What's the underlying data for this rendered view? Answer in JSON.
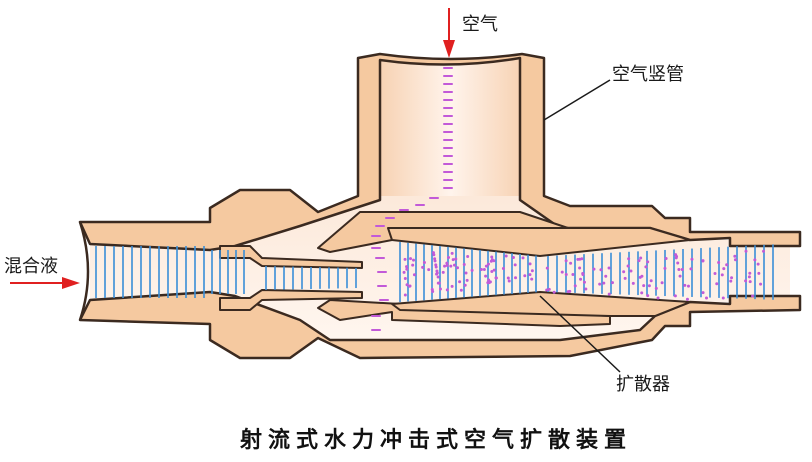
{
  "title": "射流式水力冲击式空气扩散装置",
  "labels": {
    "air": "空气",
    "riser": "空气竖管",
    "inlet": "混合液",
    "diffuser": "扩散器"
  },
  "colors": {
    "body": "#f5c9a0",
    "outline": "#3b2a20",
    "flow": "#3a8ed8",
    "air_bubbles": "#c25ad8",
    "arrow": "#e02020"
  }
}
